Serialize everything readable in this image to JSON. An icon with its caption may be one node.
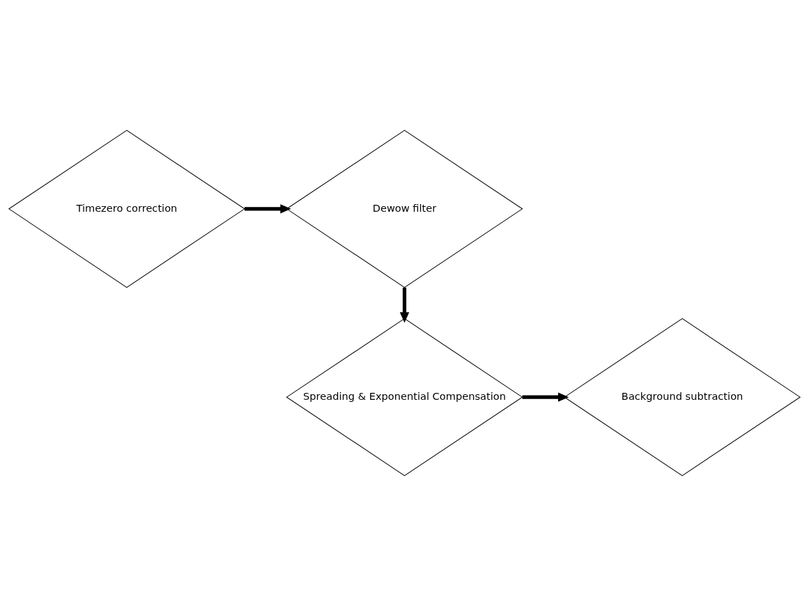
{
  "diagram": {
    "nodes": [
      {
        "text": [
          "Timezero correction"
        ]
      },
      {
        "text": [
          "Dewow filter"
        ]
      },
      {
        "text": [
          "Spreading & Exponential Compensation"
        ]
      },
      {
        "text": [
          "Background subtraction"
        ]
      }
    ],
    "edges": [
      {
        "from": 0,
        "to": 1,
        "arrow": "to"
      },
      {
        "from": 1,
        "to": 2,
        "arrow": "to"
      },
      {
        "from": 2,
        "to": 3,
        "arrow": "to"
      }
    ]
  }
}
